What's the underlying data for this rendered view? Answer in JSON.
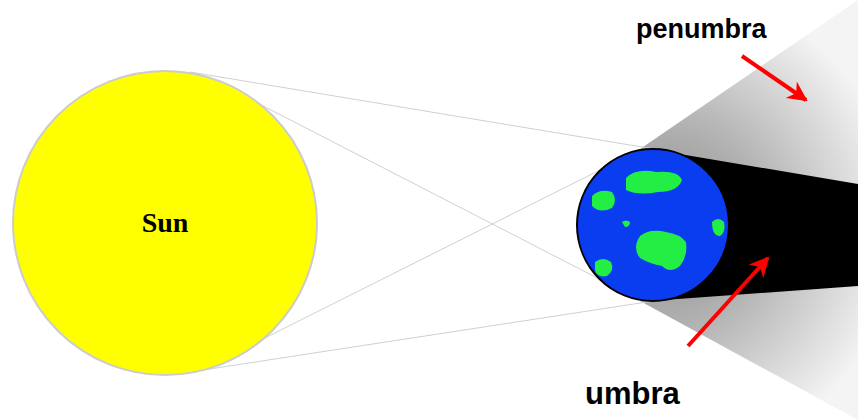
{
  "diagram": {
    "nodes": [
      {
        "text": [
          "Sun"
        ]
      }
    ],
    "labels": [
      "penumbra",
      "umbra"
    ]
  }
}
